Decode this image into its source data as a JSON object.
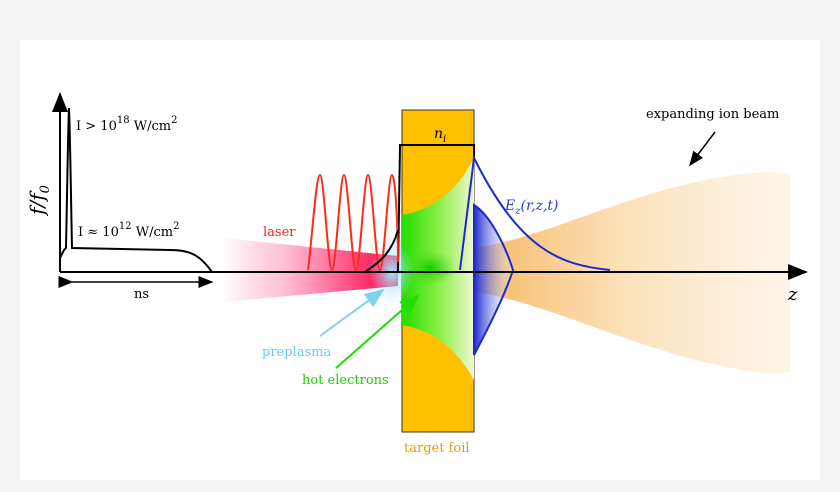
{
  "labels": {
    "y_axis_f": "f",
    "y_axis_slash": "/",
    "y_axis_f0": "f",
    "y_axis_f0_sub": "0",
    "intensity_high_prefix": "I > 10",
    "intensity_high_exp": "18",
    "intensity_high_unit": " W/cm",
    "intensity_high_unit_exp": "2",
    "intensity_low_prefix": "I ≈ 10",
    "intensity_low_exp": "12",
    "intensity_low_unit": " W/cm",
    "intensity_low_unit_exp": "2",
    "time_scale": "ns",
    "laser": "laser",
    "preplasma": "preplasma",
    "hot_electrons": "hot electrons",
    "ion_density": "n",
    "ion_density_sub": "i",
    "field_E": "E",
    "field_sub": "z",
    "field_args": "(r,z,t)",
    "expanding_ion_beam": "expanding ion beam",
    "z_axis": "z",
    "target_foil": "target foil"
  },
  "colors": {
    "background": "#f4f4f4",
    "panel": "#ffffff",
    "foil": "#ffc000",
    "laser": "#ff0000",
    "laser_beam": "#ff3070",
    "preplasma": "#80d0f0",
    "hot_electrons": "#33dd00",
    "ion_beam": "#f9c070",
    "field": "#2a3ad0",
    "axis": "#000000"
  }
}
